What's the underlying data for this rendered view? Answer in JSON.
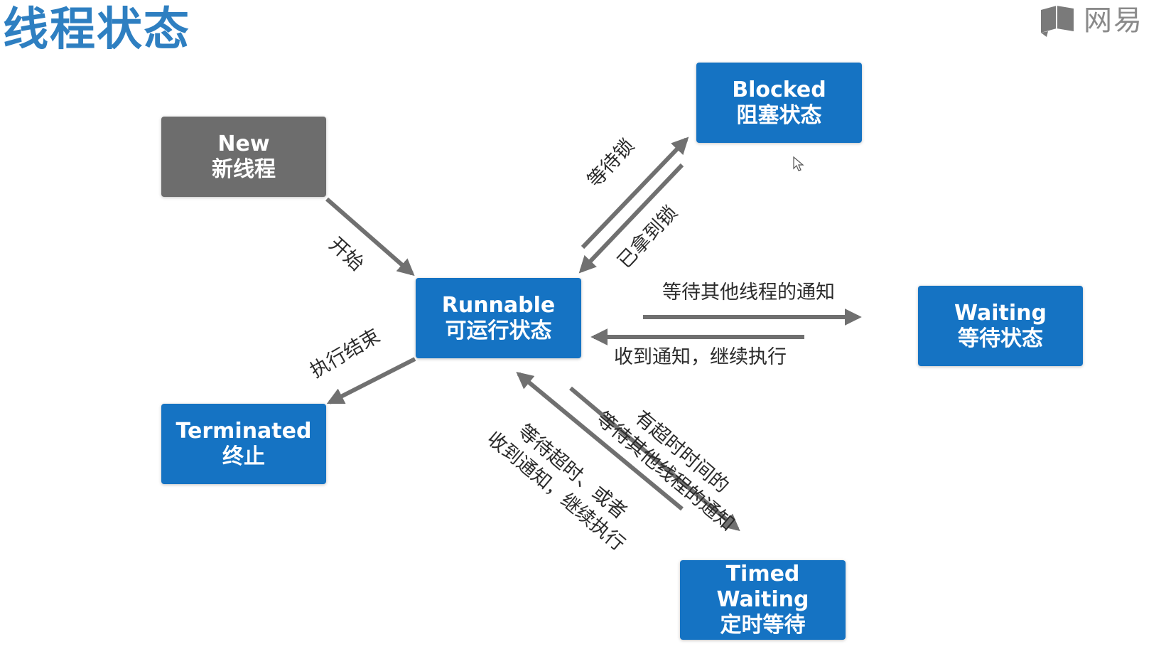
{
  "title": "线程状态",
  "brand": {
    "text": "网易",
    "icon": "book-logo-icon"
  },
  "colors": {
    "node": "#1573c3",
    "node_new": "#6d6d6d",
    "title": "#2e7fc1",
    "arrow": "#707070"
  },
  "nodes": {
    "new": {
      "en": "New",
      "zh": "新线程"
    },
    "runnable": {
      "en": "Runnable",
      "zh": "可运行状态"
    },
    "blocked": {
      "en": "Blocked",
      "zh": "阻塞状态"
    },
    "waiting": {
      "en": "Waiting",
      "zh": "等待状态"
    },
    "terminated": {
      "en": "Terminated",
      "zh": "终止"
    },
    "timed_waiting": {
      "en1": "Timed",
      "en2": "Waiting",
      "zh": "定时等待"
    }
  },
  "edges": {
    "start": "开始",
    "wait_lock": "等待锁",
    "got_lock": "已拿到锁",
    "wait_notify": "等待其他线程的通知",
    "notified": "收到通知，继续执行",
    "finished": "执行结束",
    "timed_wait_line1": "有超时时间的",
    "timed_wait_line2": "等待其他线程的通知",
    "timed_back_line1": "等待超时、或者",
    "timed_back_line2": "收到通知，继续执行"
  }
}
